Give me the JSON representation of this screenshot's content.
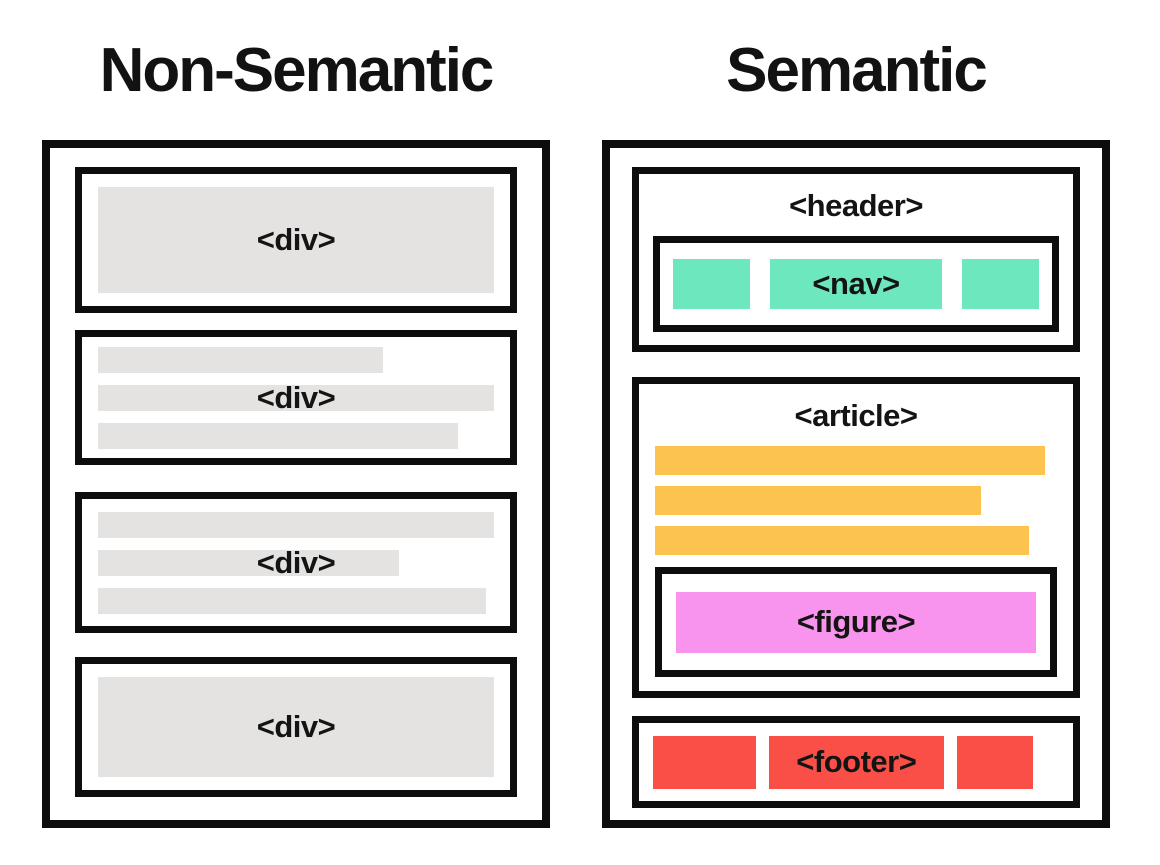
{
  "colors": {
    "background": "#ffffff",
    "border_black": "#0d0d0d",
    "placeholder_gray": "#e4e3e2",
    "nav_green": "#6de8be",
    "article_yellow": "#fcc44e",
    "figure_pink": "#f994ee",
    "footer_red": "#fa4f46",
    "text_black": "#121212"
  },
  "non_semantic_panel": {
    "title": "Non-Semantic",
    "blocks": [
      {
        "kind": "solid",
        "label": "<div>"
      },
      {
        "kind": "text-lines",
        "label": "<div>",
        "bars": [
          {
            "style": "width:72%"
          },
          {
            "style": "width:100%"
          },
          {
            "style": "width:91%"
          }
        ]
      },
      {
        "kind": "text-lines",
        "label": "<div>",
        "bars": [
          {
            "style": "width:100%"
          },
          {
            "style": "width:76%"
          },
          {
            "style": "width:98%"
          }
        ]
      },
      {
        "kind": "solid",
        "label": "<div>"
      }
    ]
  },
  "semantic_panel": {
    "title": "Semantic",
    "header": {
      "label": "<header>",
      "nav": {
        "label": "<nav>",
        "blocks": [
          {
            "style": "width:21%"
          },
          {
            "style": "width:47%"
          },
          {
            "style": "width:21%"
          }
        ]
      }
    },
    "article": {
      "label": "<article>",
      "lines": [
        {
          "style": "width:97%"
        },
        {
          "style": "width:81%"
        },
        {
          "style": "width:93%"
        }
      ],
      "figure": {
        "label": "<figure>"
      }
    },
    "footer": {
      "label": "<footer>",
      "blocks": [
        {
          "style": "width:27%"
        },
        {
          "style": "width:46%"
        },
        {
          "style": "width:20%"
        }
      ]
    }
  }
}
